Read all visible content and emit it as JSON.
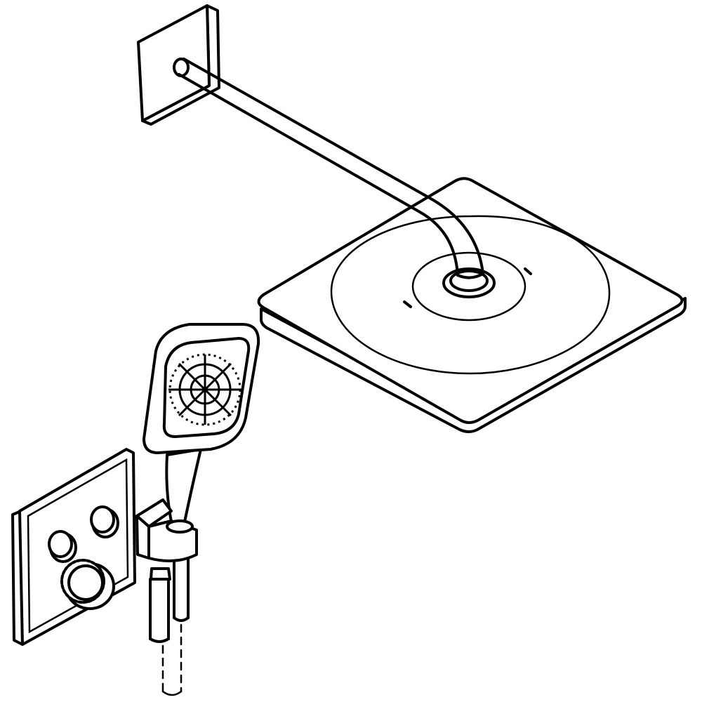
{
  "colors": {
    "background": "#ffffff",
    "line": "#000000"
  },
  "parts": [
    "wall-flange",
    "shower-arm",
    "head-shower",
    "hand-shower",
    "shower-holder",
    "shower-hose",
    "thermostat-control-panel"
  ]
}
